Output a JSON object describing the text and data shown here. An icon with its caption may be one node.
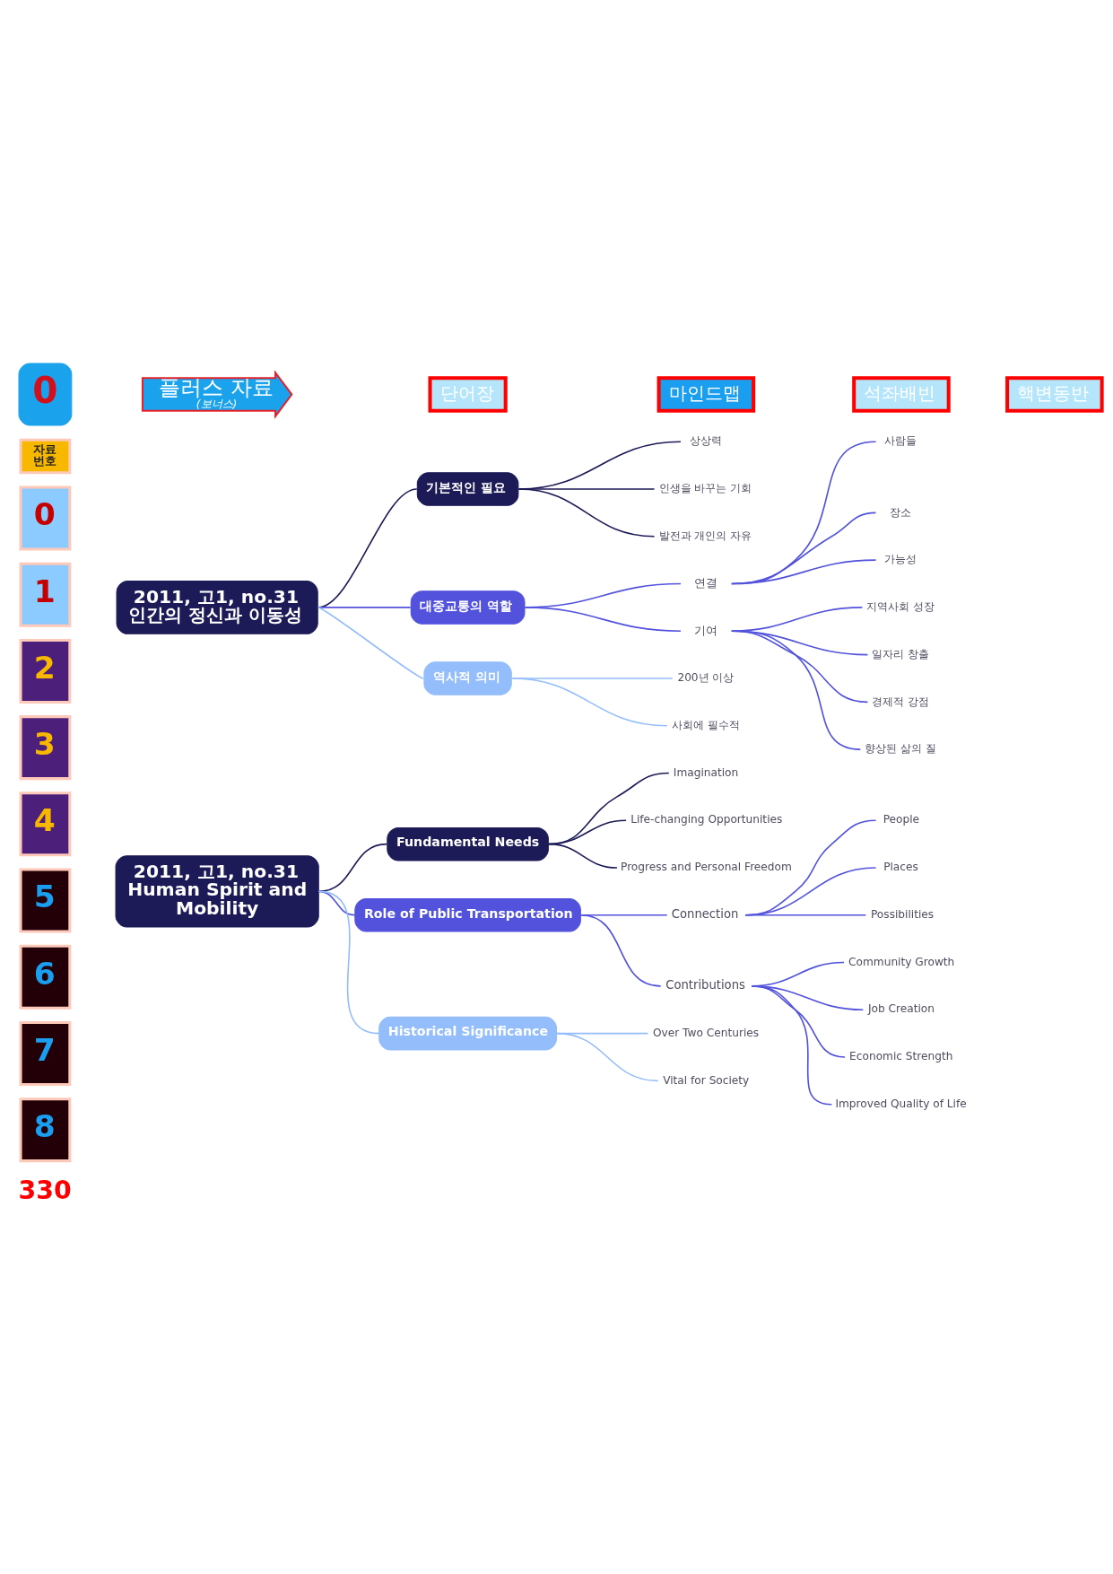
{
  "diagram": {
    "nodes": [
      {
        "text": [
          "0"
        ]
      },
      {
        "text": [
          "플러스 자료",
          "(보너스)"
        ]
      },
      {
        "text": [
          "단어장"
        ]
      },
      {
        "text": [
          "마인드맵"
        ]
      },
      {
        "text": [
          "석좌배빈"
        ]
      },
      {
        "text": [
          "핵변동반"
        ]
      },
      {
        "text": [
          "자료 번호"
        ]
      },
      {
        "text": [
          "0"
        ]
      },
      {
        "text": [
          "1"
        ]
      },
      {
        "text": [
          "2"
        ]
      },
      {
        "text": [
          "3"
        ]
      },
      {
        "text": [
          "4"
        ]
      },
      {
        "text": [
          "5"
        ]
      },
      {
        "text": [
          "6"
        ]
      },
      {
        "text": [
          "7"
        ]
      },
      {
        "text": [
          "8"
        ]
      },
      {
        "text": [
          "2011, 고1, no.31 인간의 정신과 이동성"
        ]
      },
      {
        "text": [
          "기본적인 필요"
        ]
      },
      {
        "text": [
          "상상력"
        ]
      },
      {
        "text": [
          "인생을 바꾸는 기회"
        ]
      },
      {
        "text": [
          "발전과 개인의 자유"
        ]
      },
      {
        "text": [
          "대중교통의 역할"
        ]
      },
      {
        "text": [
          "연결"
        ]
      },
      {
        "text": [
          "사람들"
        ]
      },
      {
        "text": [
          "장소"
        ]
      },
      {
        "text": [
          "가능성"
        ]
      },
      {
        "text": [
          "기여"
        ]
      },
      {
        "text": [
          "지역사회 성장"
        ]
      },
      {
        "text": [
          "일자리 창출"
        ]
      },
      {
        "text": [
          "경제적 강점"
        ]
      },
      {
        "text": [
          "향상된 삶의 질"
        ]
      },
      {
        "text": [
          "역사적 의미"
        ]
      },
      {
        "text": [
          "200년 이상"
        ]
      },
      {
        "text": [
          "사회에 필수적"
        ]
      },
      {
        "text": [
          "2011, 고1, no.31 Human Spirit and Mobility"
        ]
      },
      {
        "text": [
          "Fundamental Needs"
        ]
      },
      {
        "text": [
          "Imagination"
        ]
      },
      {
        "text": [
          "Life-changing Opportunities"
        ]
      },
      {
        "text": [
          "Progress and Personal Freedom"
        ]
      },
      {
        "text": [
          "Role of Public Transportation"
        ]
      },
      {
        "text": [
          "Connection"
        ]
      },
      {
        "text": [
          "People"
        ]
      },
      {
        "text": [
          "Places"
        ]
      },
      {
        "text": [
          "Possibilities"
        ]
      },
      {
        "text": [
          "Contributions"
        ]
      },
      {
        "text": [
          "Community Growth"
        ]
      },
      {
        "text": [
          "Job Creation"
        ]
      },
      {
        "text": [
          "Economic Strength"
        ]
      },
      {
        "text": [
          "Improved Quality of Life"
        ]
      },
      {
        "text": [
          "Historical Significance"
        ]
      },
      {
        "text": [
          "Over Two Centuries"
        ]
      },
      {
        "text": [
          "Vital for Society"
        ]
      }
    ],
    "edges": [
      {
        "from": 16,
        "to": 17,
        "arrow": "none",
        "color": "#1c1a57"
      },
      {
        "from": 17,
        "to": 18,
        "arrow": "none",
        "color": "#1c1a57"
      },
      {
        "from": 17,
        "to": 19,
        "arrow": "none",
        "color": "#1c1a57"
      },
      {
        "from": 17,
        "to": 20,
        "arrow": "none",
        "color": "#1c1a57"
      },
      {
        "from": 16,
        "to": 21,
        "arrow": "none"
      },
      {
        "from": 21,
        "to": 22,
        "arrow": "none"
      },
      {
        "from": 22,
        "to": 23,
        "arrow": "none"
      },
      {
        "from": 22,
        "to": 24,
        "arrow": "none"
      },
      {
        "from": 22,
        "to": 25,
        "arrow": "none"
      },
      {
        "from": 21,
        "to": 26,
        "arrow": "none"
      },
      {
        "from": 26,
        "to": 27,
        "arrow": "none"
      },
      {
        "from": 26,
        "to": 28,
        "arrow": "none"
      },
      {
        "from": 26,
        "to": 29,
        "arrow": "none"
      },
      {
        "from": 26,
        "to": 30,
        "arrow": "none"
      },
      {
        "from": 16,
        "to": 31,
        "arrow": "none",
        "color": "#93bdfb"
      },
      {
        "from": 31,
        "to": 32,
        "arrow": "none",
        "color": "#93bdfb"
      },
      {
        "from": 31,
        "to": 33,
        "arrow": "none",
        "color": "#93bdfb"
      },
      {
        "from": 34,
        "to": 35,
        "arrow": "none",
        "color": "#1c1a57"
      },
      {
        "from": 35,
        "to": 36,
        "arrow": "none",
        "color": "#1c1a57"
      },
      {
        "from": 35,
        "to": 37,
        "arrow": "none",
        "color": "#1c1a57"
      },
      {
        "from": 35,
        "to": 38,
        "arrow": "none",
        "color": "#1c1a57"
      },
      {
        "from": 34,
        "to": 39,
        "arrow": "none"
      },
      {
        "from": 39,
        "to": 40,
        "arrow": "none"
      },
      {
        "from": 40,
        "to": 41,
        "arrow": "none"
      },
      {
        "from": 40,
        "to": 42,
        "arrow": "none"
      },
      {
        "from": 40,
        "to": 43,
        "arrow": "none"
      },
      {
        "from": 39,
        "to": 44,
        "arrow": "none"
      },
      {
        "from": 44,
        "to": 45,
        "arrow": "none"
      },
      {
        "from": 44,
        "to": 46,
        "arrow": "none"
      },
      {
        "from": 44,
        "to": 47,
        "arrow": "none"
      },
      {
        "from": 44,
        "to": 48,
        "arrow": "none"
      },
      {
        "from": 34,
        "to": 49,
        "arrow": "none",
        "color": "#93bdfb"
      },
      {
        "from": 49,
        "to": 50,
        "arrow": "none",
        "color": "#93bdfb"
      },
      {
        "from": 49,
        "to": 51,
        "arrow": "none",
        "color": "#93bdfb"
      }
    ],
    "labels": [
      "330"
    ]
  }
}
